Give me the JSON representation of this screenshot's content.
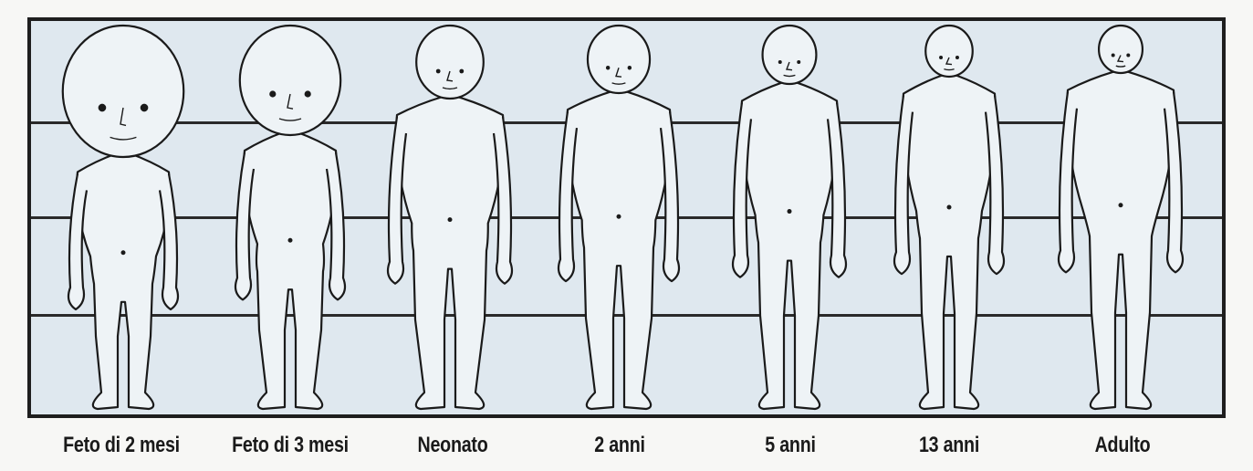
{
  "stages": [
    {
      "label": "Feto di 2 mesi"
    },
    {
      "label": "Feto di 3 mesi"
    },
    {
      "label": "Neonato"
    },
    {
      "label": "2 anni"
    },
    {
      "label": "5 anni"
    },
    {
      "label": "13 anni"
    },
    {
      "label": "Adulto"
    }
  ]
}
